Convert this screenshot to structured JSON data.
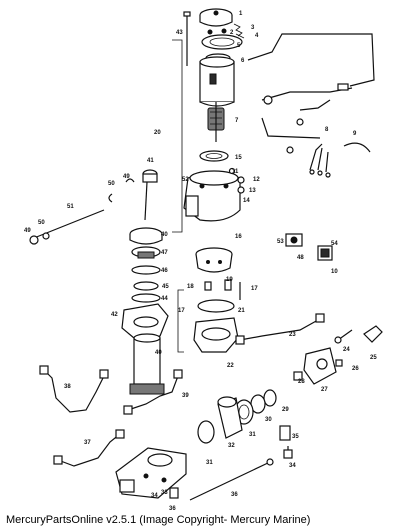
{
  "caption": "MercuryPartsOnline v2.5.1 (Image Copyright- Mercury Marine)",
  "callouts": [
    "1",
    "2",
    "3",
    "4",
    "5",
    "6",
    "7",
    "8",
    "9",
    "10",
    "11",
    "12",
    "13",
    "14",
    "15",
    "16",
    "17",
    "18",
    "19",
    "20",
    "21",
    "22",
    "23",
    "24",
    "25",
    "26",
    "27",
    "28",
    "29",
    "30",
    "31",
    "32",
    "33",
    "34",
    "35",
    "36",
    "37",
    "38",
    "39",
    "40",
    "41",
    "42",
    "43",
    "44",
    "45",
    "46",
    "47",
    "48",
    "49",
    "50",
    "51",
    "52",
    "53",
    "54"
  ]
}
